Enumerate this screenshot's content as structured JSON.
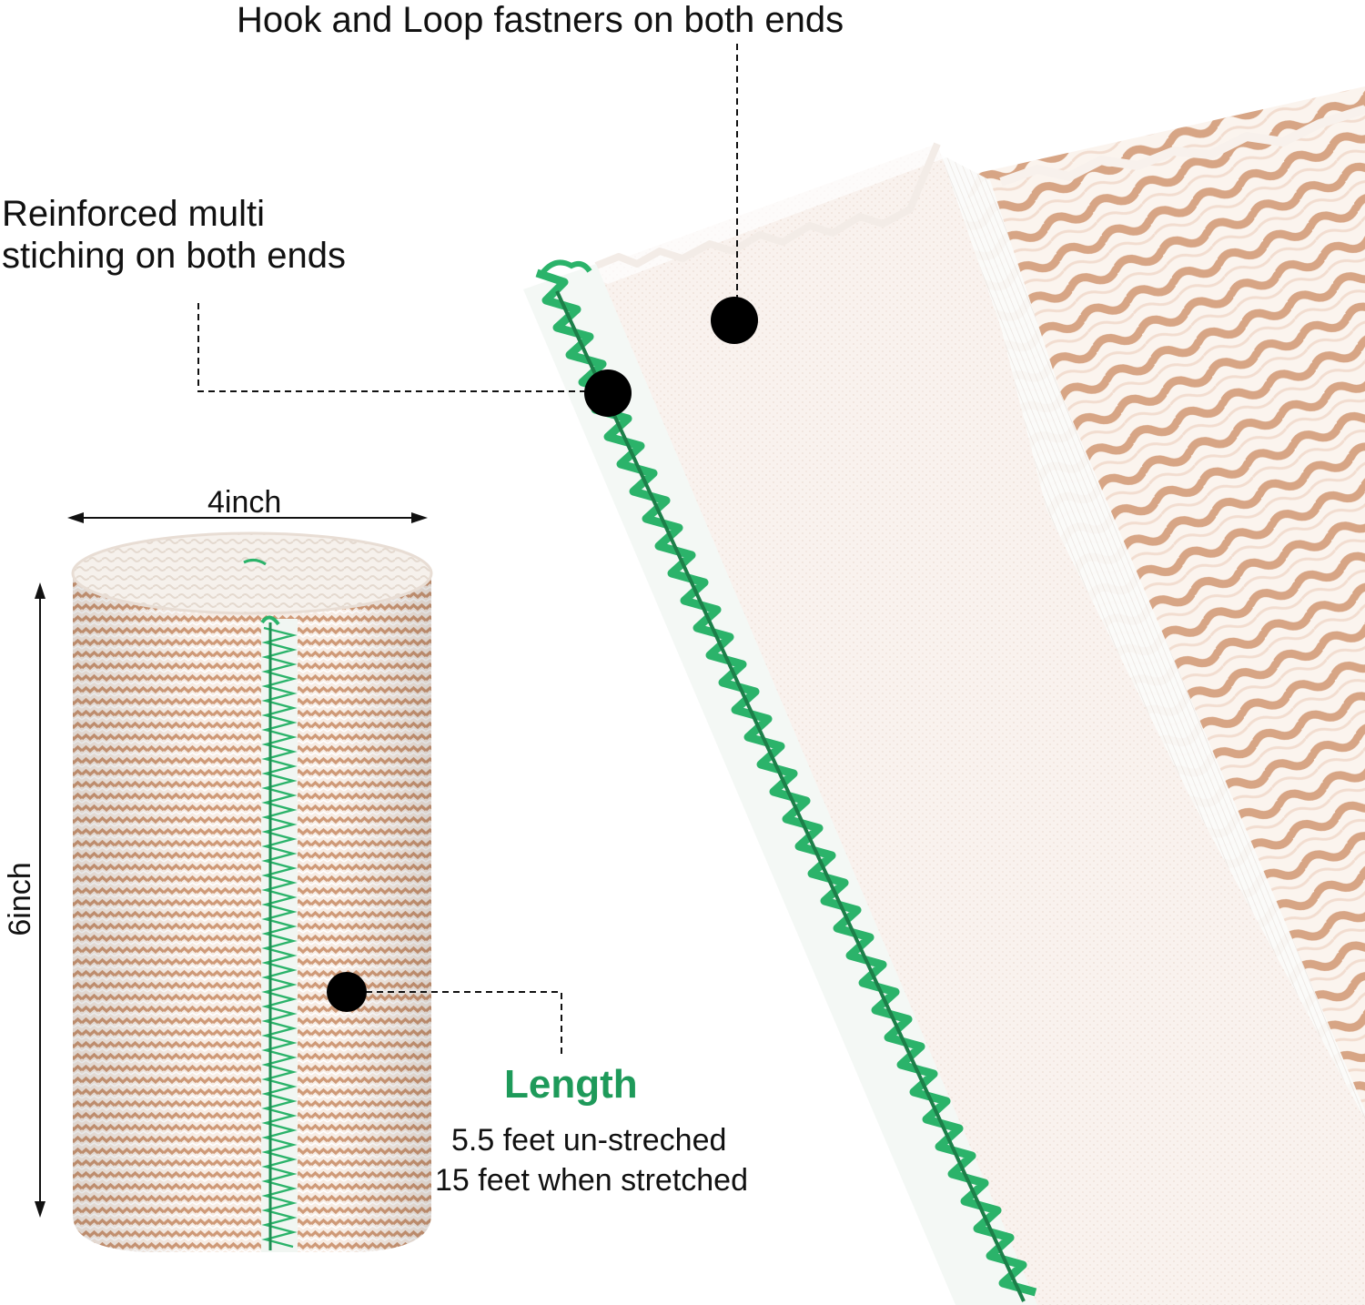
{
  "callouts": {
    "hook_loop": "Hook and Loop fastners on both ends",
    "reinforced_line1": "Reinforced multi",
    "reinforced_line2": "stiching on both ends"
  },
  "dimensions": {
    "width": "4inch",
    "height": "6inch"
  },
  "length": {
    "title": "Length",
    "unstretched": "5.5 feet un-streched",
    "stretched": "15 feet when stretched"
  },
  "colors": {
    "accent_green": "#1e9a5a",
    "stitch_green": "#2bb36a",
    "bandage_tan": "#d8a98a",
    "bandage_white": "#fbf6f1",
    "text": "#111111"
  }
}
